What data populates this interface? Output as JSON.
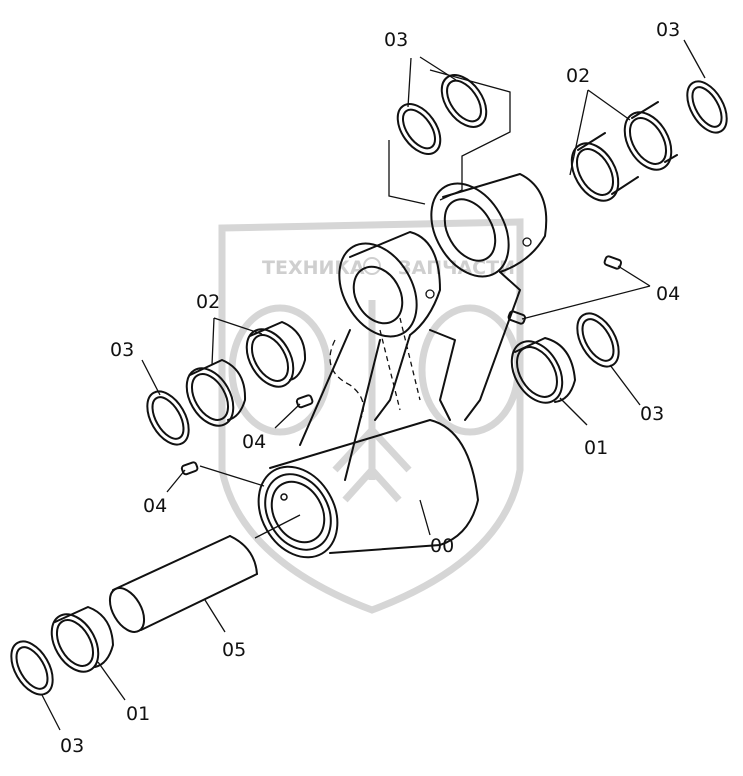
{
  "watermark": {
    "left": "ТЕХНИКА",
    "right": "ЗАПЧАСТИ",
    "color": "#cfcfcf"
  },
  "callouts": {
    "c03_top": "03",
    "c03_top_right": "03",
    "c02_top_right": "02",
    "c04_right": "04",
    "c02_left": "02",
    "c03_left": "03",
    "c03_right": "03",
    "c01_right": "01",
    "c04_left_mid": "04",
    "c04_left_low": "04",
    "c00": "00",
    "c05": "05",
    "c01_bottom": "01",
    "c03_bottom": "03"
  }
}
